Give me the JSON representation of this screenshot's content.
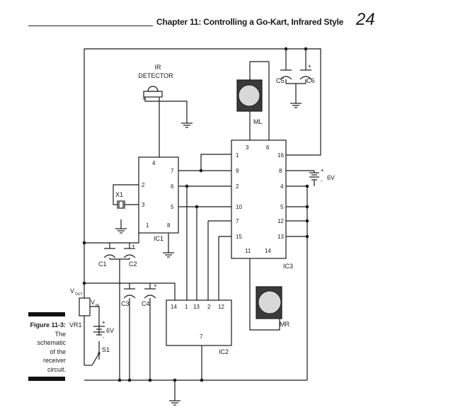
{
  "header": {
    "title": "Chapter 11: Controlling a Go-Kart, Infrared Style",
    "page_number": "24"
  },
  "caption": {
    "figure_label": "Figure 11-3:",
    "text_lines": [
      "The",
      "schematic",
      "of the",
      "receiver",
      "circuit."
    ]
  },
  "diagram": {
    "ir_detector": [
      "IR",
      "DETECTOR"
    ],
    "vr1": {
      "name": "VR1",
      "vout": "V",
      "vout_sub": "OUT",
      "vin": "V",
      "vin_sub": "IN"
    },
    "battery_6v_left": "6V",
    "battery_6v_right": "6V",
    "switch": "S1",
    "crystal": "X1",
    "motor_left": "ML",
    "motor_right": "MR",
    "capacitors": [
      "C1",
      "C2",
      "C3",
      "C4",
      "C5",
      "C6"
    ],
    "ic1": {
      "name": "IC1",
      "pins": [
        "4",
        "7",
        "6",
        "5",
        "2",
        "3",
        "1",
        "8"
      ]
    },
    "ic2": {
      "name": "IC2",
      "top_pins": [
        "14",
        "1",
        "13",
        "2",
        "12"
      ],
      "bottom_pin": "7"
    },
    "ic3": {
      "name": "IC3",
      "top_pins": [
        "3",
        "6"
      ],
      "left_pins": [
        "1",
        "9",
        "2",
        "10",
        "7",
        "15"
      ],
      "right_pins": [
        "16",
        "8",
        "4",
        "5",
        "12",
        "13"
      ],
      "bottom_pins": [
        "11",
        "14"
      ]
    }
  }
}
